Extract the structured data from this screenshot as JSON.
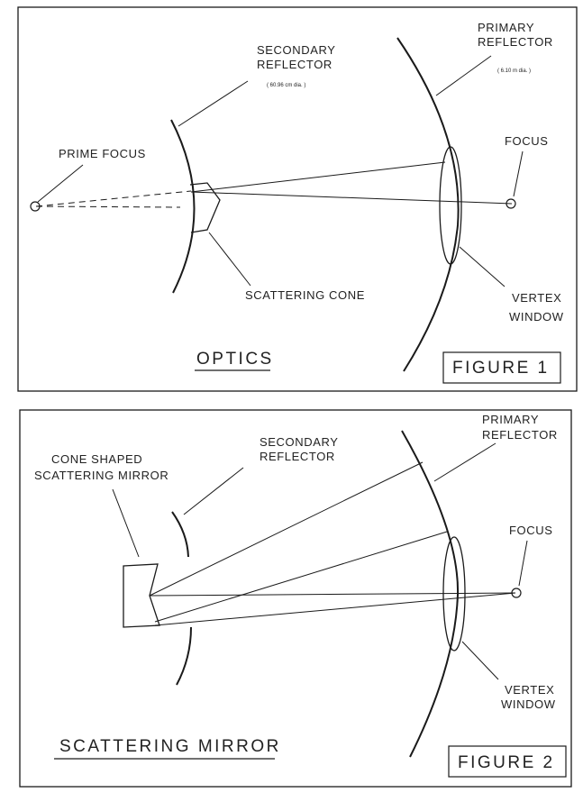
{
  "figure1": {
    "labels": {
      "secondary_line1": "SECONDARY",
      "secondary_line2": "REFLECTOR",
      "secondary_dia": "( 60.96 cm dia. )",
      "primary_line1": "PRIMARY",
      "primary_line2": "REFLECTOR",
      "primary_dia": "( 6.10 m dia. )",
      "prime_focus": "PRIME FOCUS",
      "focus": "FOCUS",
      "scattering_cone": "SCATTERING CONE",
      "vertex_line1": "VERTEX",
      "vertex_line2": "WINDOW"
    },
    "title": "OPTICS",
    "figure_label": "FIGURE 1"
  },
  "figure2": {
    "labels": {
      "cone_line1": "CONE SHAPED",
      "cone_line2": "SCATTERING MIRROR",
      "secondary_line1": "SECONDARY",
      "secondary_line2": "REFLECTOR",
      "primary_line1": "PRIMARY",
      "primary_line2": "REFLECTOR",
      "focus": "FOCUS",
      "vertex_line1": "VERTEX",
      "vertex_line2": "WINDOW"
    },
    "title": "SCATTERING MIRROR",
    "figure_label": "FIGURE 2"
  }
}
